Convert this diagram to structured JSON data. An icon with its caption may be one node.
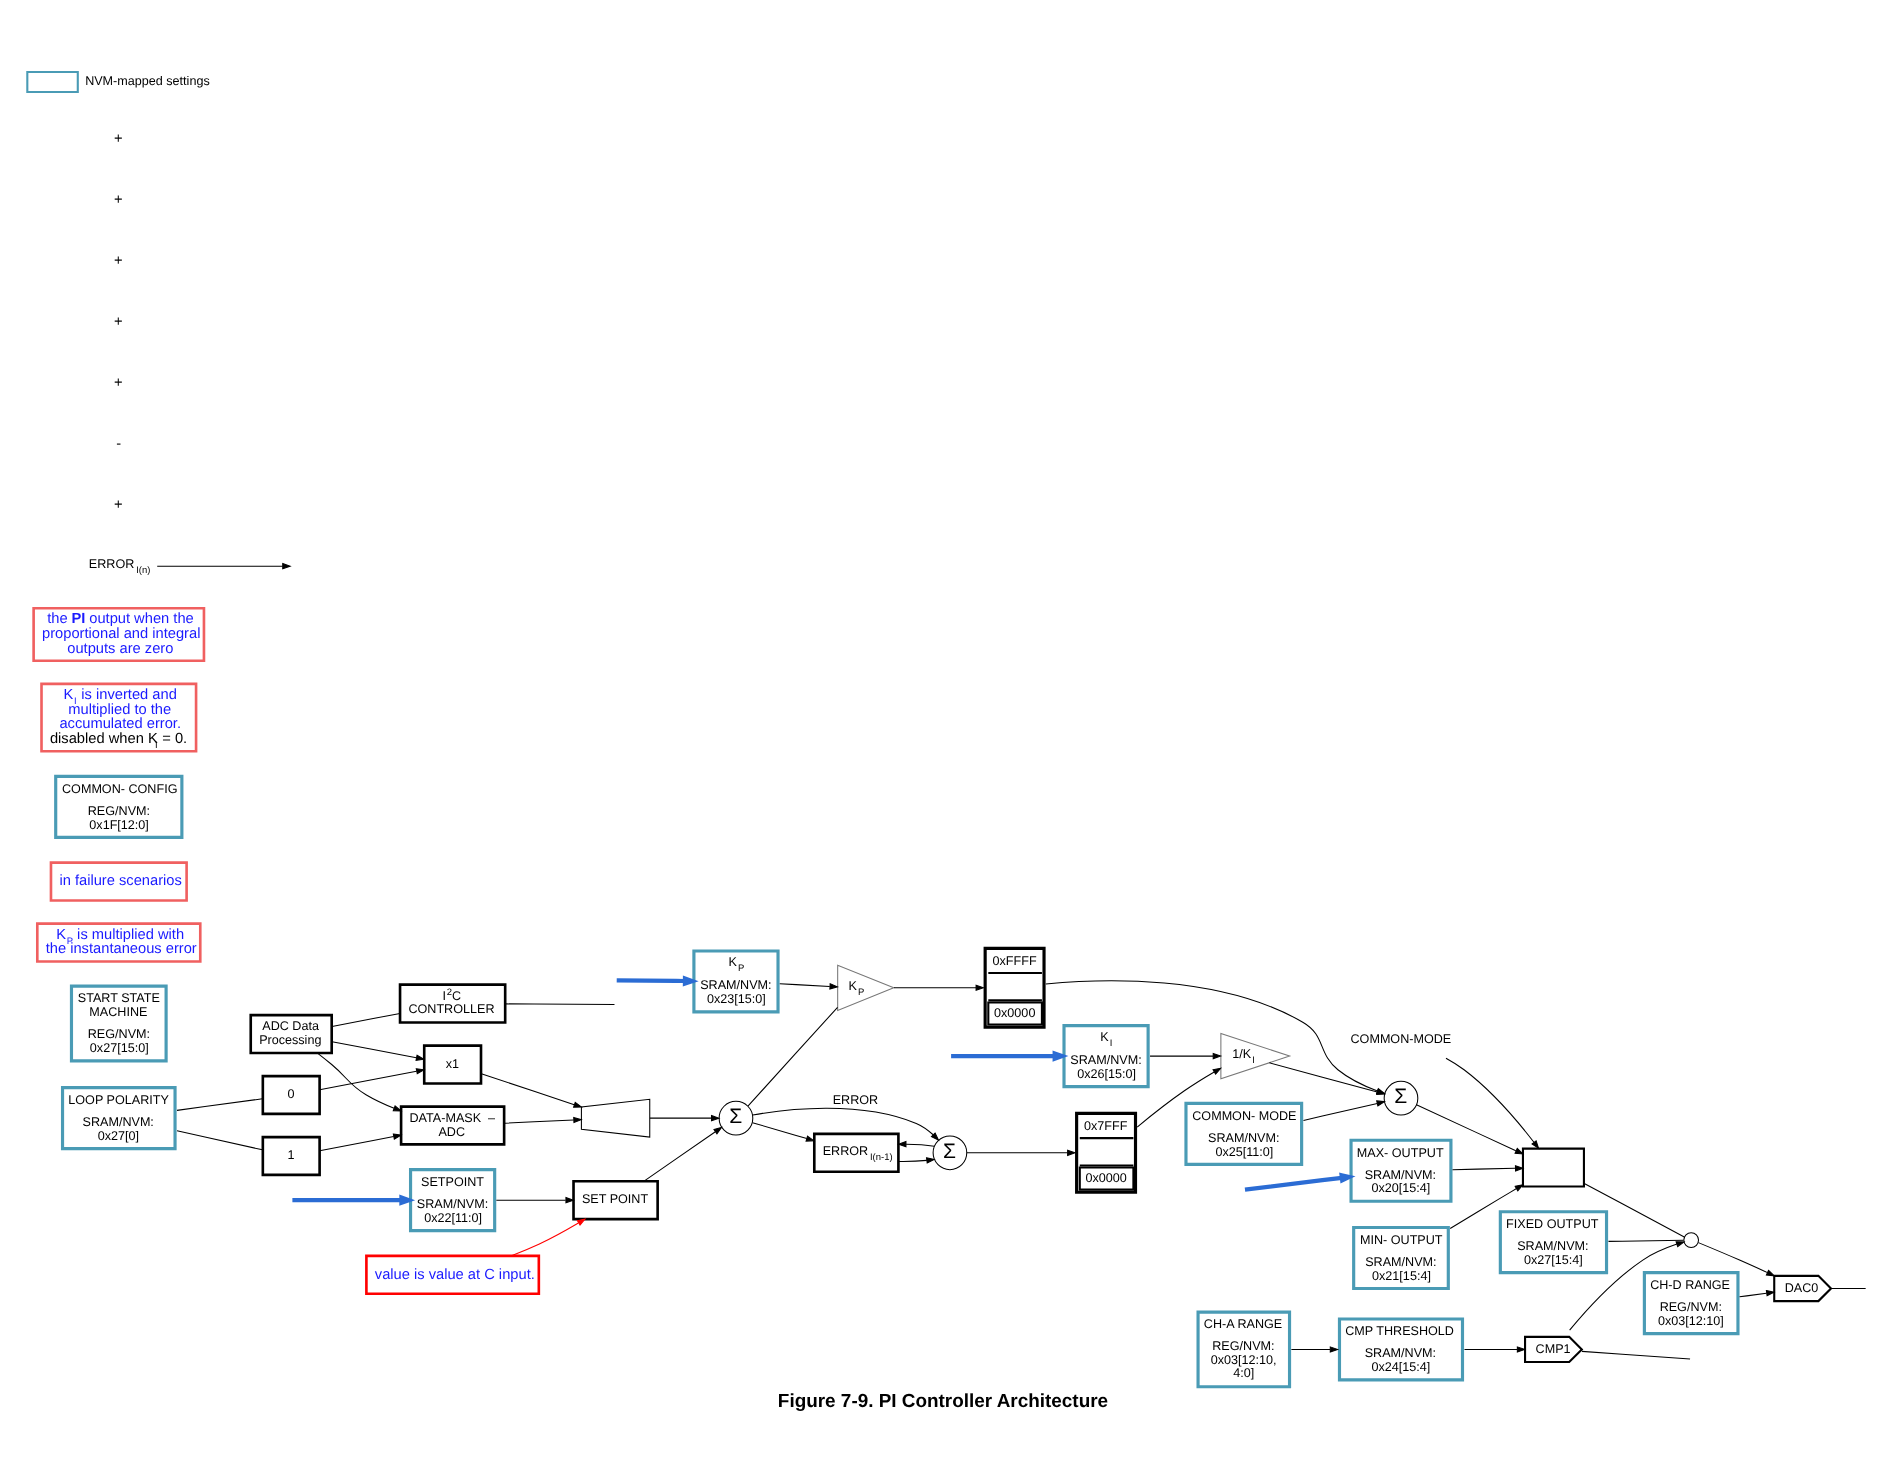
{
  "diagram": {
    "title": "Figure 7-9. PI Controller Architecture",
    "nodes": [
      {
        "text": [
          "value is value at C input."
        ]
      },
      {
        "text": [
          "START STATE MACHINE",
          "REG/NVM: 0x27[15:0]"
        ]
      },
      {
        "text": [
          "K$_{P}$",
          "SRAM/NVM: 0x23[15:0]"
        ]
      },
      {
        "text": [
          "K$_{P}$ is multiplied with the instantaneous error"
        ]
      },
      {
        "text": [
          "CH-A RANGE",
          "REG/NVM: 0x03[12:10, 4:0]"
        ]
      },
      {
        "text": [
          "CMP THRESHOLD",
          "SRAM/NVM: 0x24[15:4]"
        ]
      },
      {
        "text": [
          "SETPOINT",
          "SRAM/NVM: 0x22[11:0]"
        ]
      },
      {
        "text": [
          "SET POINT"
        ]
      },
      {
        "text": [
          "Σ"
        ]
      },
      {
        "text": [
          "K$_{P}$"
        ]
      },
      {
        "text": [
          "ERROR$_{I(n-1)}$"
        ]
      },
      {
        "text": [
          "Σ"
        ]
      },
      {
        "text": [
          "0xFFFF",
          "0x0000"
        ]
      },
      {
        "text": [
          "0x7FFF",
          "0x0000"
        ]
      },
      {
        "text": [
          "1/K$_{I}$"
        ]
      },
      {
        "text": [
          "Σ"
        ]
      },
      {
        "text": [
          "MAX- OUTPUT",
          "SRAM/NVM: 0x20[15:4]"
        ]
      },
      {
        "text": [
          "FIXED OUTPUT",
          "SRAM/NVM: 0x27[15:4]"
        ]
      },
      {
        "text": [
          "in failure scenarios"
        ]
      },
      {
        "text": [],
        "shape": "box"
      },
      {
        "text": [],
        "shape": "switch"
      },
      {
        "text": [
          "CMP1"
        ]
      },
      {
        "text": [
          "DAC0"
        ]
      },
      {
        "text": [
          "COMMON- CONFIG",
          "REG/NVM: 0x1F[12:0]"
        ]
      },
      {
        "text": [
          "K$_{I}$ is inverted and multiplied to the accumulated error.",
          "disabled when K$_{I}$ = 0."
        ]
      },
      {
        "text": [
          "K$_{I}$",
          "SRAM/NVM: 0x26[15:0]"
        ]
      },
      {
        "text": [
          "COMMON- MODE",
          "SRAM/NVM: 0x25[11:0]"
        ]
      },
      {
        "text": [
          "MIN- OUTPUT",
          "SRAM/NVM: 0x21[15:4]"
        ]
      },
      {
        "text": [
          "CH-D RANGE",
          "REG/NVM: 0x03[12:10]"
        ]
      },
      {
        "text": [
          "the **PI** output when the proportional and integral outputs are zero"
        ]
      },
      {
        "text": [
          "LOOP POLARITY",
          "SRAM/NVM: 0x27[0]"
        ]
      },
      {
        "text": [
          "0"
        ]
      },
      {
        "text": [
          "1"
        ]
      },
      {
        "text": [],
        "shape": "trapezium"
      },
      {
        "text": [
          "x1"
        ]
      },
      {
        "text": [
          "DATA-MASK  – ADC"
        ]
      },
      {
        "text": [
          "ADC Data Processing"
        ]
      },
      {
        "text": [
          "I$^{2}$C CONTROLLER"
        ]
      },
      {
        "text": [
          "COMMON-MODE"
        ]
      },
      {
        "text": [
          "ERROR$_{I(n)}$"
        ]
      }
    ],
    "edges": [
      {
        "from": 0,
        "to": 7,
        "arrow": "to",
        "color": "#ff0000"
      },
      {
        "from": 6,
        "to": 7,
        "arrow": "to"
      },
      {
        "from": 7,
        "to": 8,
        "arrow": "to"
      },
      {
        "from": 8,
        "to": 11,
        "arrow": "to",
        "label": "ERROR"
      },
      {
        "from": 8,
        "to": 9,
        "arrow": "none"
      },
      {
        "from": 8,
        "to": 10,
        "arrow": "to"
      },
      {
        "from": 2,
        "to": 9,
        "arrow": "to"
      },
      {
        "from": 9,
        "to": 12,
        "arrow": "to"
      },
      {
        "from": 10,
        "to": 11,
        "arrow": "to"
      },
      {
        "from": 11,
        "to": 13,
        "arrow": "to"
      },
      {
        "from": 11,
        "to": 10,
        "arrow": "to"
      },
      {
        "from": 39,
        "to": null,
        "arrow": "to"
      },
      {
        "from": 13,
        "to": 14,
        "arrow": "to"
      },
      {
        "from": 25,
        "to": 14,
        "arrow": "to"
      },
      {
        "from": 12,
        "to": 15,
        "arrow": "to"
      },
      {
        "from": 14,
        "to": 15,
        "arrow": "to"
      },
      {
        "from": 26,
        "to": 15,
        "arrow": "to"
      },
      {
        "from": 15,
        "to": 19,
        "arrow": "to"
      },
      {
        "from": 16,
        "to": 19,
        "arrow": "to"
      },
      {
        "from": 27,
        "to": 19,
        "arrow": "to"
      },
      {
        "from": 38,
        "to": 19,
        "arrow": "to"
      },
      {
        "from": 19,
        "to": 20,
        "arrow": "none"
      },
      {
        "from": 17,
        "to": 20,
        "arrow": "none"
      },
      {
        "from": 21,
        "to": 20,
        "arrow": "to"
      },
      {
        "from": 20,
        "to": 22,
        "arrow": "to"
      },
      {
        "from": 4,
        "to": 5,
        "arrow": "to"
      },
      {
        "from": 5,
        "to": 21,
        "arrow": "to"
      },
      {
        "from": 28,
        "to": 22,
        "arrow": "to"
      },
      {
        "from": 21,
        "to": null,
        "arrow": "none"
      },
      {
        "from": 22,
        "to": null,
        "arrow": "none"
      },
      {
        "from": 30,
        "to": 31,
        "arrow": "none"
      },
      {
        "from": 30,
        "to": 32,
        "arrow": "none"
      },
      {
        "from": 31,
        "to": 34,
        "arrow": "to"
      },
      {
        "from": 32,
        "to": 35,
        "arrow": "to"
      },
      {
        "from": 34,
        "to": 33,
        "arrow": "to"
      },
      {
        "from": 35,
        "to": 33,
        "arrow": "to"
      },
      {
        "from": 36,
        "to": 34,
        "arrow": "to"
      },
      {
        "from": 36,
        "to": 35,
        "arrow": "to"
      },
      {
        "from": 37,
        "to": 36,
        "arrow": "none"
      },
      {
        "from": 37,
        "to": null,
        "arrow": "none"
      },
      {
        "from": 33,
        "to": 8,
        "arrow": "to"
      },
      {
        "from": null,
        "to": 6,
        "arrow": "to",
        "style": "thick",
        "color": "#2b6cd4"
      },
      {
        "from": null,
        "to": 2,
        "arrow": "to",
        "style": "thick",
        "color": "#2b6cd4"
      },
      {
        "from": null,
        "to": 16,
        "arrow": "to",
        "style": "thick",
        "color": "#2b6cd4"
      },
      {
        "from": null,
        "to": 25,
        "arrow": "to",
        "style": "thick",
        "color": "#2b6cd4"
      }
    ],
    "labels": [
      "+",
      "-",
      "+",
      "+",
      "+",
      "+",
      "+"
    ],
    "legend": [
      {
        "text": "NVM-mapped settings"
      }
    ]
  }
}
